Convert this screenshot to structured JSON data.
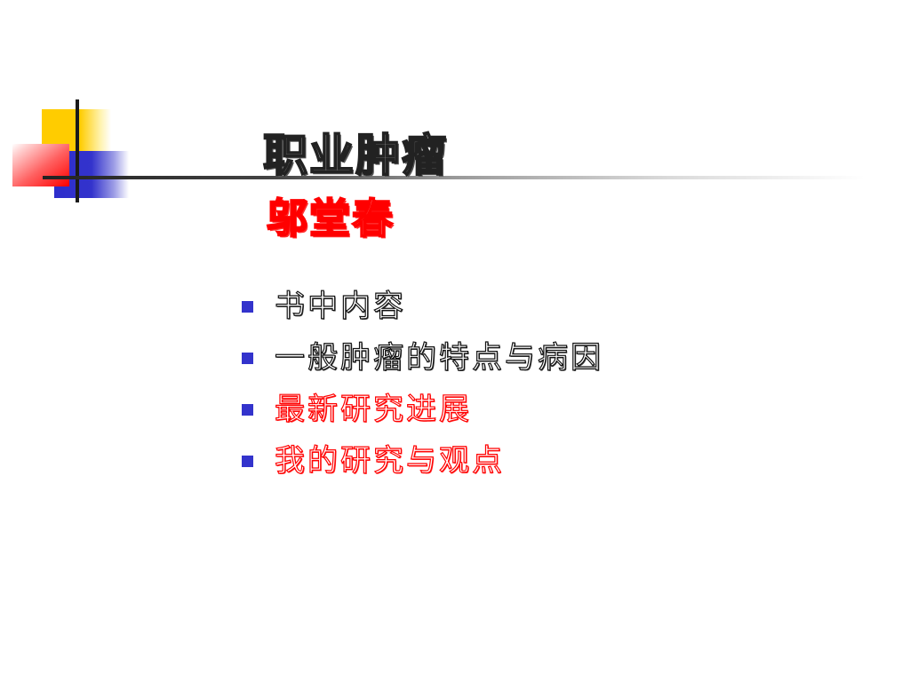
{
  "slide": {
    "title": "职业肿瘤",
    "subtitle": "邬堂春",
    "accent_colors": {
      "yellow": "#ffcc00",
      "blue": "#3333cc",
      "red": "#ff0000",
      "line": "#222222"
    },
    "bullets": [
      {
        "text": "书中内容",
        "color": "black"
      },
      {
        "text": "一般肿瘤的特点与病因",
        "color": "black"
      },
      {
        "text": "最新研究进展",
        "color": "red"
      },
      {
        "text": "我的研究与观点",
        "color": "red"
      }
    ]
  }
}
